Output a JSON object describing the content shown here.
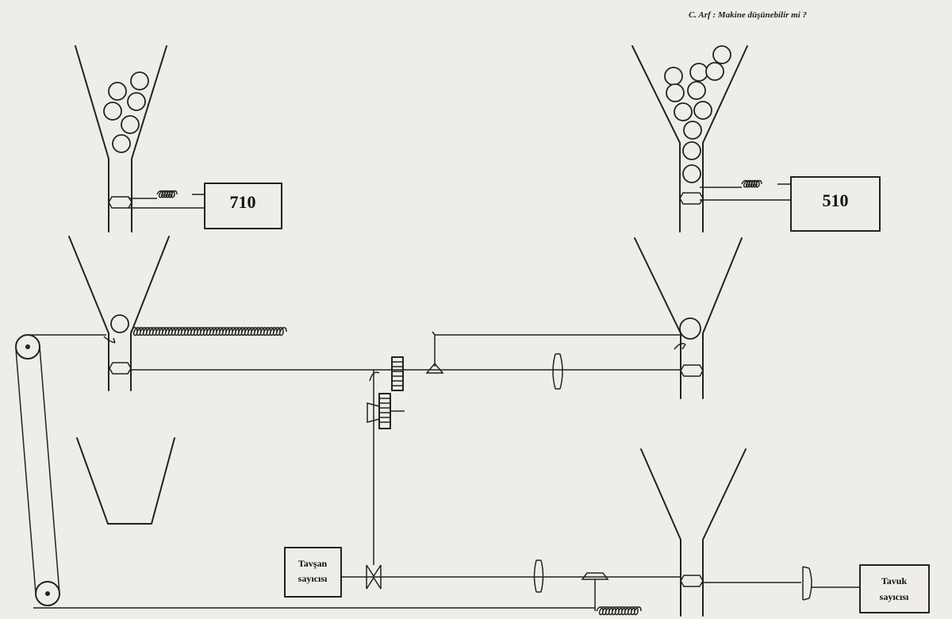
{
  "header": {
    "running_title": "C. Arf : Makine düşünebilir mi ?"
  },
  "counters": {
    "left_count": "710",
    "right_count": "510",
    "rabbit_counter_line1": "Tavşan",
    "rabbit_counter_line2": "sayıcısı",
    "chicken_counter_line1": "Tavuk",
    "chicken_counter_line2": "sayıcısı"
  },
  "colors": {
    "paper": "#efede8",
    "ink": "#222222"
  }
}
